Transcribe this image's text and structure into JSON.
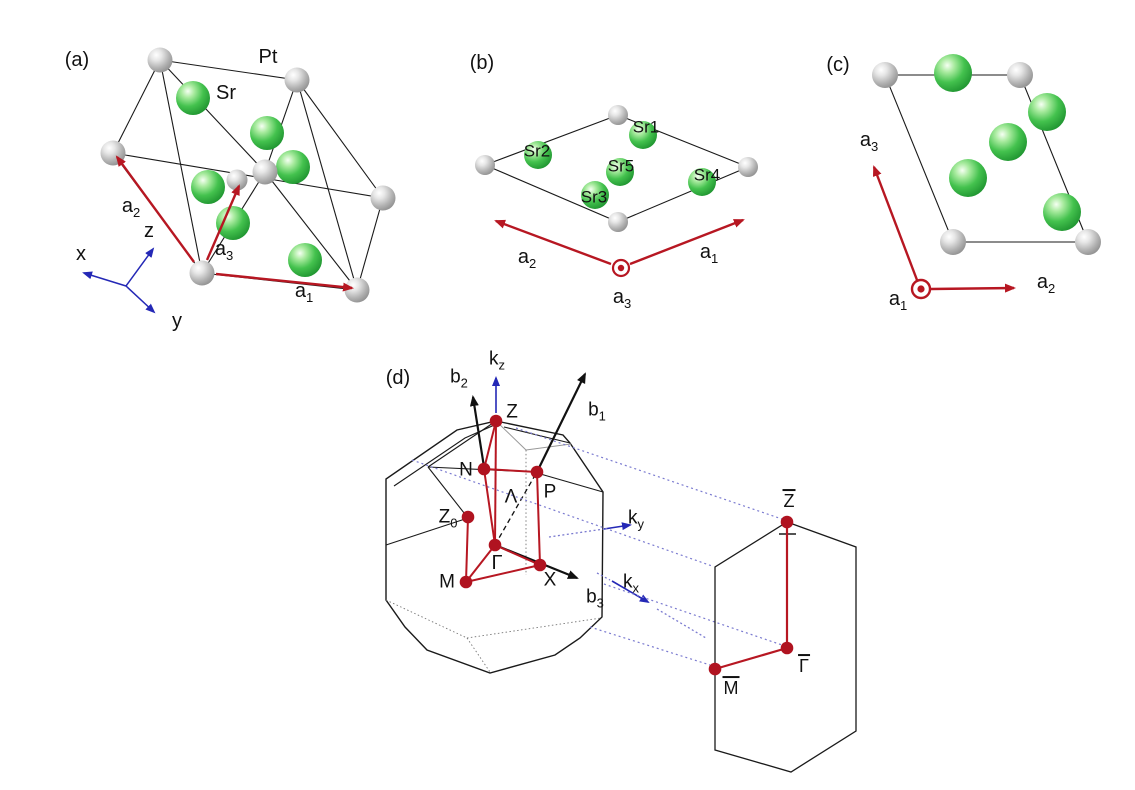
{
  "figure": {
    "description_colors": {
      "sr_atom_green": "#3cb94a",
      "pt_atom_gray": "#b7b7b7",
      "lattice_vector_red": "#b71722",
      "axis_blue": "#2428b6",
      "projection_dotted_blue": "#7b7bd0",
      "line_black": "#1a1a1a"
    },
    "panel_a": {
      "tag": "(a)",
      "pt_label": "Pt",
      "sr_label": "Sr",
      "axes": {
        "x": "x",
        "y": "y",
        "z": "z"
      },
      "vectors": {
        "a1": {
          "base": "a",
          "sub": "1"
        },
        "a2": {
          "base": "a",
          "sub": "2"
        },
        "a3": {
          "base": "a",
          "sub": "3"
        }
      }
    },
    "panel_b": {
      "tag": "(b)",
      "sites": {
        "sr1": "Sr1",
        "sr2": "Sr2",
        "sr3": "Sr3",
        "sr4": "Sr4",
        "sr5": "Sr5"
      },
      "vectors": {
        "a1": {
          "base": "a",
          "sub": "1"
        },
        "a2": {
          "base": "a",
          "sub": "2"
        },
        "a3": {
          "base": "a",
          "sub": "3"
        }
      }
    },
    "panel_c": {
      "tag": "(c)",
      "vectors": {
        "a1": {
          "base": "a",
          "sub": "1"
        },
        "a2": {
          "base": "a",
          "sub": "2"
        },
        "a3": {
          "base": "a",
          "sub": "3"
        }
      }
    },
    "panel_d": {
      "tag": "(d)",
      "reciprocal_vectors": {
        "b1": {
          "base": "b",
          "sub": "1"
        },
        "b2": {
          "base": "b",
          "sub": "2"
        },
        "b3": {
          "base": "b",
          "sub": "3"
        }
      },
      "k_axes": {
        "kx": {
          "base": "k",
          "sub": "x"
        },
        "ky": {
          "base": "k",
          "sub": "y"
        },
        "kz": {
          "base": "k",
          "sub": "z"
        }
      },
      "points": {
        "Z": "Z",
        "N": "N",
        "P": "P",
        "Lambda": "Λ",
        "Z0": {
          "base": "Z",
          "sub": "0"
        },
        "Gamma": "Γ",
        "M": "M",
        "X": "X"
      },
      "surface_points": {
        "Zbar": "Z",
        "Gammabar": "Γ",
        "Mbar": "M"
      }
    }
  }
}
